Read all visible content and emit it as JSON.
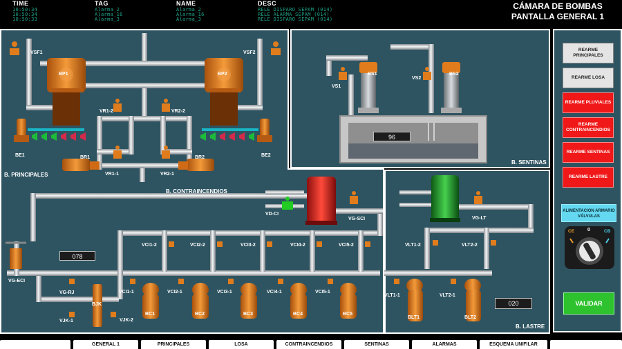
{
  "alarm_header": {
    "col_time": "TIME",
    "col_tag": "TAG",
    "col_name": "NAME",
    "col_desc": "DESC",
    "rows": [
      {
        "time": "10:50:34",
        "tag": "Alarma_2",
        "name": "Alarma_2",
        "desc": "RELE DISPARO SEPAM (014)"
      },
      {
        "time": "10:50:34",
        "tag": "Alarma_16",
        "name": "Alarma_16",
        "desc": "RELE ALARMA SEPAM (014)"
      },
      {
        "time": "10:50:33",
        "tag": "Alarma_3",
        "name": "Alarma_3",
        "desc": "RELE DISPARO SEPAM (014)"
      }
    ]
  },
  "title": {
    "line1": "CÁMARA DE BOMBAS",
    "line2": "PANTALLA GENERAL 1"
  },
  "panels": {
    "principales": "B. PRINCIPALES",
    "sentinas": "B. SENTINAS",
    "contraincendios": "B. CONTRAINCENDIOS",
    "lastre": "B. LASTRE"
  },
  "equipment": {
    "vsf1": "VSF1",
    "vsf2": "VSF2",
    "bp1": "BP1",
    "bp2": "BP2",
    "vr12": "VR1-2",
    "vr22": "VR2-2",
    "vr11": "VR1-1",
    "vr21": "VR2-1",
    "br1": "BR1",
    "br2": "BR2",
    "be1": "BE1",
    "be2": "BE2",
    "vs1": "VS1",
    "vs2": "VS2",
    "bs1": "BS1",
    "bs2": "BS2",
    "vdci": "VD-CI",
    "vgsci": "VG-SCI",
    "vglt": "VG-LT",
    "vgeci": "VG-ECI",
    "vci12": "VCI1-2",
    "vci22": "VCI2-2",
    "vci32": "VCI3-2",
    "vci42": "VCI4-2",
    "vci52": "VCI5-2",
    "vci11": "VCI1-1",
    "vci21": "VCI2-1",
    "vci31": "VCI3-1",
    "vci41": "VCI4-1",
    "vci51": "VCI5-1",
    "bc1": "BC1",
    "bc2": "BC2",
    "bc3": "BC3",
    "bc4": "BC4",
    "bc5": "BC5",
    "vgrj": "VG-RJ",
    "vjk1": "VJK-1",
    "vjk2": "VJK-2",
    "bjk": "BJK",
    "vlt12": "VLT1-2",
    "vlt22": "VLT2-2",
    "vlt11": "VLT1-1",
    "vlt21": "VLT2-1",
    "blt1": "BLT1",
    "blt2": "BLT2"
  },
  "displays": {
    "sentinas_level": "96",
    "contraincendios_value": "078",
    "lastre_value": "020"
  },
  "buttons": {
    "rearme_principales": "REARME PRINCIPALES",
    "rearme_losa": "REARME LOSA",
    "rearme_pluviales": "REARME PLUVIALES",
    "rearme_contraincendios": "REARME CONTRAINCENDIOS",
    "rearme_sentinas": "REARME SENTINAS",
    "rearme_lastre": "REARME LASTRE",
    "alimentacion": "ALIMENTACION ARMARIO VÁLVULAS",
    "selector_ce": "CE",
    "selector_0": "0",
    "selector_cb": "CB",
    "validar": "VALIDAR"
  },
  "nav": {
    "tabs": [
      "GENERAL 1",
      "PRINCIPALES",
      "LOSA",
      "CONTRAINCENDIOS",
      "SENTINAS",
      "ALARMAS",
      "ESQUEMA UNIFILAR"
    ]
  },
  "colors": {
    "panel": "#2e5461",
    "pump_orange": "#e07c1c",
    "tank_red": "#d42222",
    "tank_green": "#1f9a2a",
    "valve_green": "#22cc22",
    "button_red": "#f01818",
    "button_green": "#2ec22e"
  }
}
